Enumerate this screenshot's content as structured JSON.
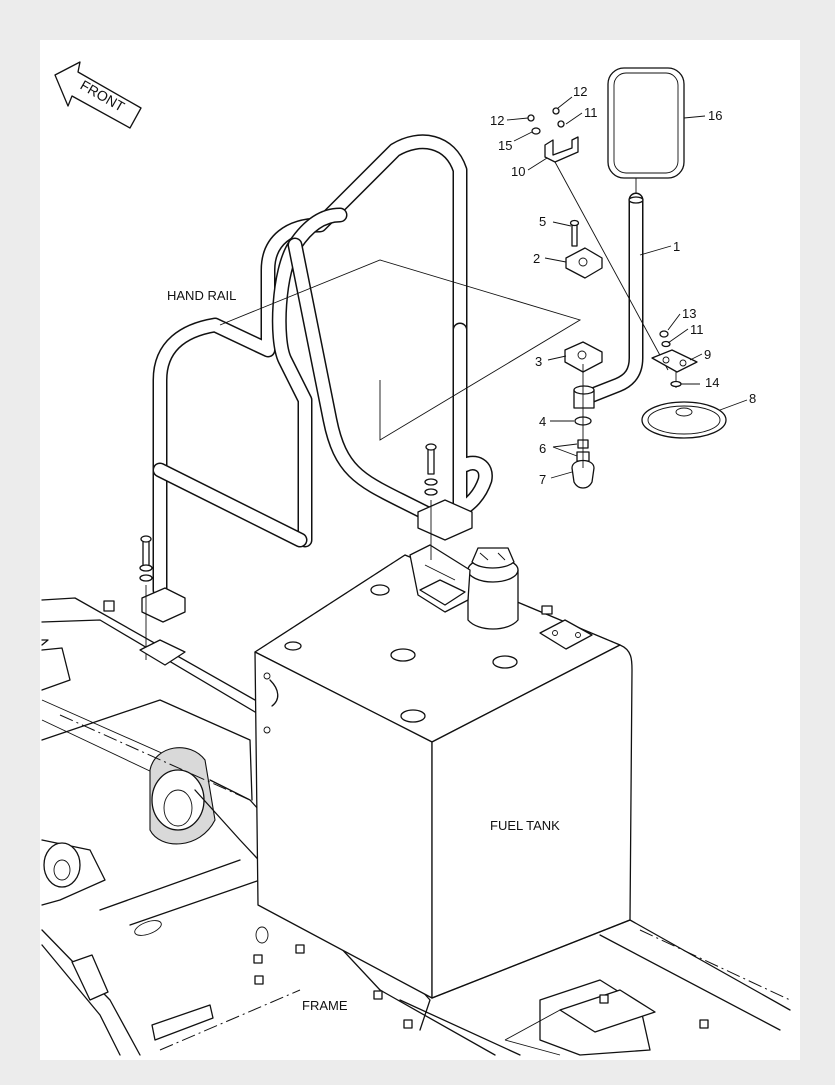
{
  "labels": {
    "front": "FRONT",
    "hand_rail": "HAND RAIL",
    "fuel_tank": "FUEL TANK",
    "frame": "FRAME"
  },
  "callouts": {
    "c1": "1",
    "c2": "2",
    "c3": "3",
    "c4": "4",
    "c5": "5",
    "c6": "6",
    "c7": "7",
    "c8": "8",
    "c9": "9",
    "c10": "10",
    "c11a": "11",
    "c11b": "11",
    "c12a": "12",
    "c12b": "12",
    "c13": "13",
    "c14": "14",
    "c15": "15",
    "c16": "16"
  }
}
